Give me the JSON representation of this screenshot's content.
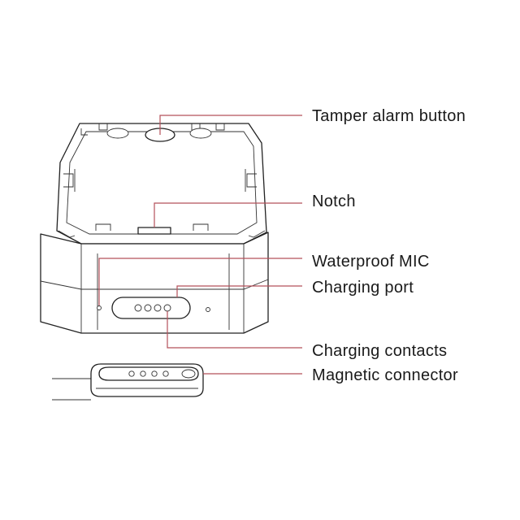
{
  "labels": {
    "tamper": "Tamper alarm button",
    "notch": "Notch",
    "mic": "Waterproof MIC",
    "charging_port": "Charging port",
    "charging_contacts": "Charging contacts",
    "magnetic_connector": "Magnetic connector"
  },
  "colors": {
    "leader_line": "#b5505a",
    "outline": "#222222",
    "background": "#ffffff"
  }
}
